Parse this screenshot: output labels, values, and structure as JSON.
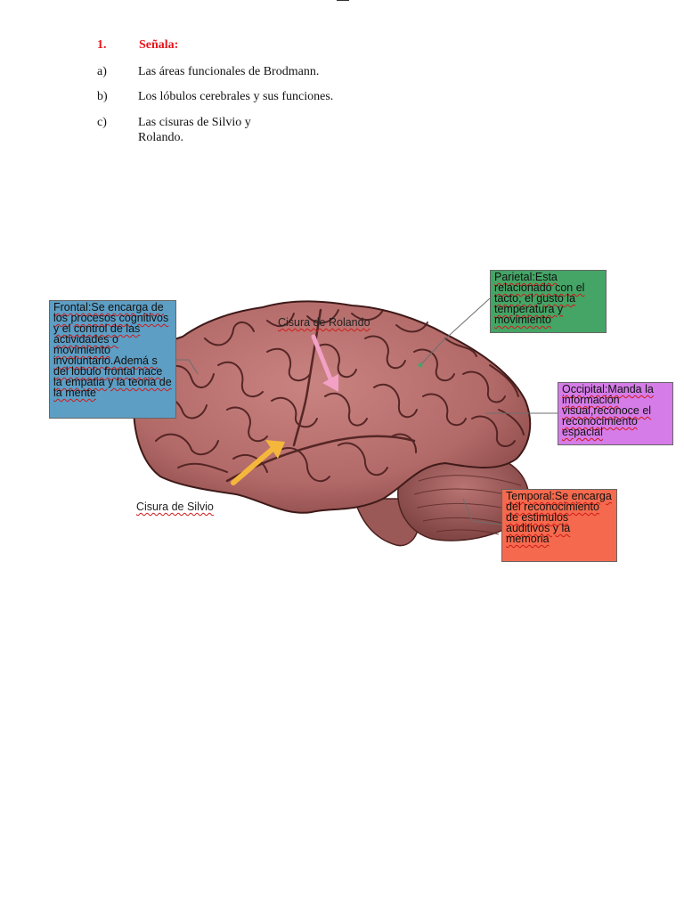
{
  "question": {
    "number": "1.",
    "title": "Señala:"
  },
  "items": [
    {
      "letter": "a)",
      "text": "Las áreas funcionales de Brodmann."
    },
    {
      "letter": "b)",
      "text": "Los lóbulos cerebrales y sus funciones."
    },
    {
      "letter": "c)",
      "text": "Las cisuras de Silvio y\nRolando."
    }
  ],
  "diagram": {
    "labels": {
      "rolando": "Cisura de Rolando",
      "silvio": "Cisura de Silvio"
    },
    "callouts": {
      "frontal": "Frontal:Se encarga de los procesos cognitivos y el control de las actividades o movimiento involuntario.Ademá s del lobulo frontal nace la empatia y la teoria de la mente",
      "parietal": "Parietal:Esta relacionado con el tacto, el gusto la temperatura y movimiento",
      "occipital": "Occipital:Manda la información visual,reconoce el reconocimiento espacial",
      "temporal": "Temporal:Se encarga del reconocimiento de estimulos auditivos y la memoria"
    },
    "colors": {
      "frontal": "#5d9ec4",
      "parietal": "#45a566",
      "occipital": "#d57ce8",
      "temporal": "#f56a4e",
      "brain": "#b9706e",
      "rolando_arrow": "#f2a0c4",
      "silvio_arrow": "#f5b73b"
    }
  }
}
